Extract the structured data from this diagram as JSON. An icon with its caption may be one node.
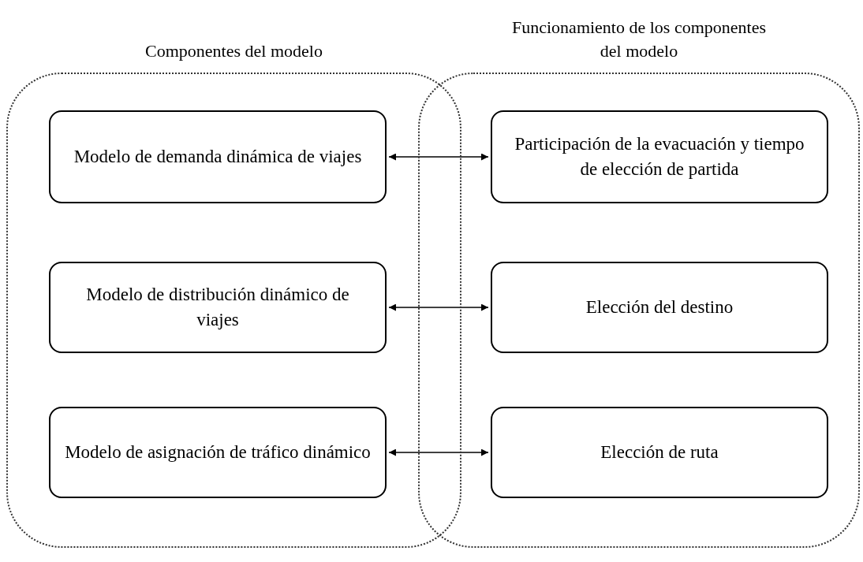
{
  "diagram": {
    "nodes": [
      {
        "text": [
          "Componentes del modelo"
        ]
      },
      {
        "text": [
          "Funcionamiento de los componentes del modelo"
        ]
      },
      {
        "text": [
          "Modelo de demanda dinámica de viajes"
        ],
        "in": 0
      },
      {
        "text": [
          "Modelo de distribución dinámico de viajes"
        ],
        "in": 0
      },
      {
        "text": [
          "Modelo de asignación de tráfico dinámico"
        ],
        "in": 0
      },
      {
        "text": [
          "Participación de la evacuación y tiempo de elección de partida"
        ],
        "in": 1
      },
      {
        "text": [
          "Elección del destino"
        ],
        "in": 1
      },
      {
        "text": [
          "Elección de ruta"
        ],
        "in": 1
      }
    ],
    "edges": [
      {
        "from": 2,
        "to": 5,
        "arrow": "both"
      },
      {
        "from": 3,
        "to": 6,
        "arrow": "both"
      },
      {
        "from": 4,
        "to": 7,
        "arrow": "both"
      }
    ]
  }
}
